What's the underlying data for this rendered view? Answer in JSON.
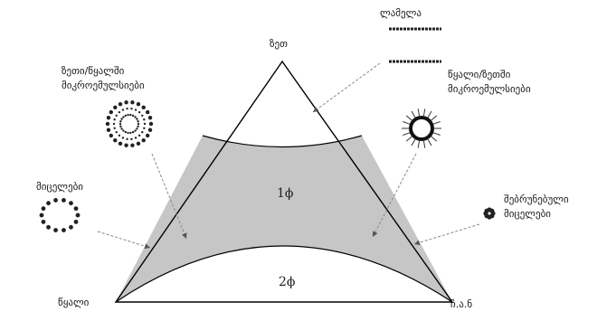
{
  "diagram": {
    "vertices": {
      "top": "ზეთ",
      "left": "წყალი",
      "right": "ჩ.ა.ნ"
    },
    "phases": {
      "single_phase": "1ϕ",
      "two_phase": "2ϕ"
    },
    "structures": {
      "lamellar": "ლამელა",
      "oil_water_microemulsions": [
        "ზეთი/წყალში",
        "მიკროემულსიები"
      ],
      "water_oil_microemulsions": [
        "წყალი/ზეთში",
        "მიკროემულსიები"
      ],
      "micelles": "მიცელები",
      "reverse_micelles": [
        "შებრუნებული",
        "მიცელები"
      ]
    },
    "colors": {
      "region_fill": "#c6c6c6",
      "outline": "#000000",
      "arrow": "#888888"
    }
  }
}
